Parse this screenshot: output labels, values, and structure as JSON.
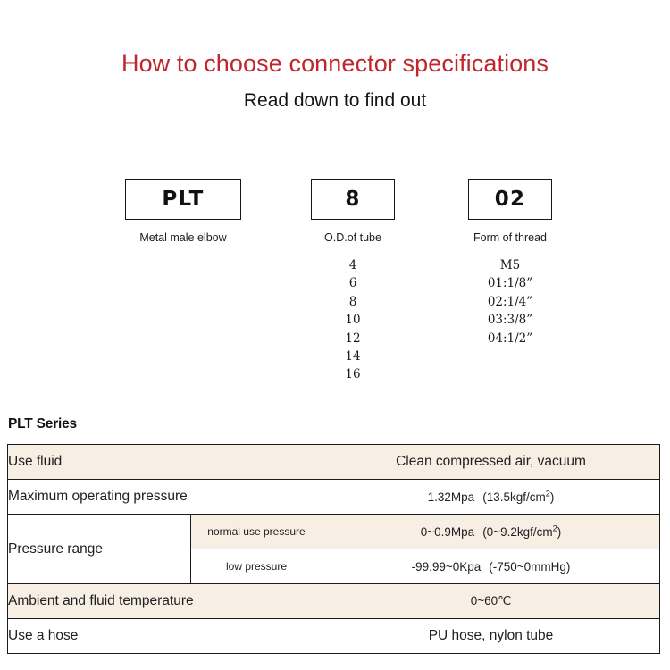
{
  "header": {
    "title": "How to choose connector specifications",
    "subtitle": "Read down to find out",
    "title_color": "#c0272d"
  },
  "builder": {
    "columns": [
      {
        "code": "PLT",
        "caption": "Metal male elbow",
        "options": []
      },
      {
        "code": "8",
        "caption": "O.D.of tube",
        "options": [
          "4",
          "6",
          "8",
          "10",
          "12",
          "14",
          "16"
        ]
      },
      {
        "code": "02",
        "caption": "Form of thread",
        "options": [
          "M5",
          "01:1/8”",
          "02:1/4”",
          "03:3/8”",
          "04:1/2”"
        ]
      }
    ]
  },
  "spec": {
    "series_label": "PLT Series",
    "row_bg_beige": "#f7eee4",
    "rows": [
      {
        "label": "Use fluid",
        "value": "Clean compressed air, vacuum"
      },
      {
        "label": "Maximum operating pressure",
        "value_main": "1.32Mpa",
        "value_paren": "(13.5kgf/cm",
        "value_sup": "2",
        "value_tail": ")"
      },
      {
        "label": "Pressure range",
        "sub_rows": [
          {
            "sub_label": "normal use pressure",
            "value_main": "0~0.9Mpa",
            "value_paren": "(0~9.2kgf/cm",
            "value_sup": "2",
            "value_tail": ")"
          },
          {
            "sub_label": "low pressure",
            "value_main": "-99.99~0Kpa",
            "value_paren": "(-750~0mmHg)"
          }
        ]
      },
      {
        "label": "Ambient and fluid temperature",
        "value": "0~60℃"
      },
      {
        "label": "Use a hose",
        "value": "PU hose, nylon tube"
      }
    ]
  }
}
